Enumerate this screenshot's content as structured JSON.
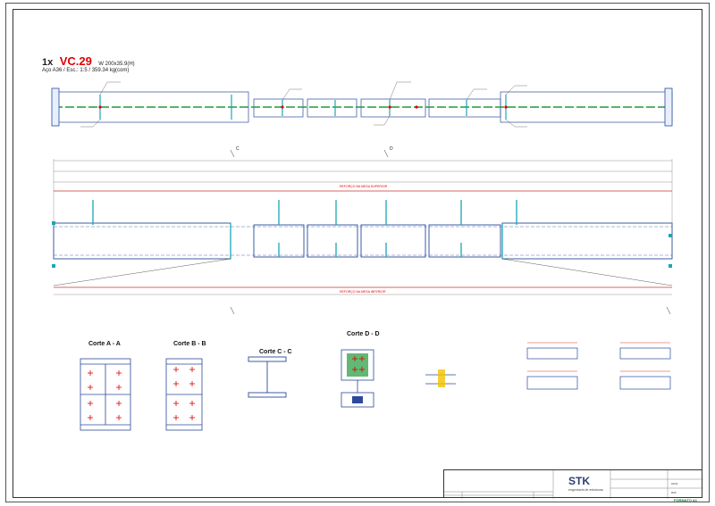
{
  "piece": {
    "quantity": "1x",
    "mark": "VC.29",
    "profile": "W 200x35.9(H)",
    "material_scale": "Aço A36 / Esc.: 1:5 / 359.34 kg(com)"
  },
  "sections": {
    "a": "Corte A - A",
    "b": "Corte B - B",
    "c": "Corte C - C",
    "d": "Corte D - D"
  },
  "elevation": {
    "cut_mark_c": "C",
    "cut_mark_d": "D",
    "red_note_top": "REFORÇO NA MESA SUPERIOR",
    "red_note_bottom": "REFORÇO NA MESA INFERIOR"
  },
  "title_block": {
    "brand": "STK",
    "subtitle": "engenharia de estruturas",
    "format": "FORMATO A1",
    "sheet": "01/01",
    "revision": "R00"
  },
  "colors": {
    "steel_line": "#2b4a9a",
    "dimension_red": "#e00000",
    "weld_green": "#1f9a3a",
    "stiffener_cyan": "#1aa6b7"
  }
}
